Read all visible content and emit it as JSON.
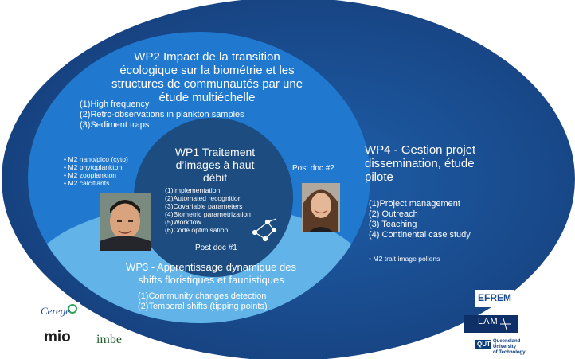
{
  "wp2": {
    "title_lines": [
      "WP2 Impact de la transition",
      "écologique sur la biométrie et les",
      "structures de communautés par une",
      "étude multiéchelle"
    ],
    "items": [
      "(1)High frequency",
      "(2)Retro-observations in plankton samples",
      "(3)Sediment traps"
    ]
  },
  "wp1": {
    "title_lines": [
      "WP1 Traitement",
      "d’images à haut",
      "débit"
    ],
    "items": [
      "(1)Implementation",
      "(2)Automated recognition",
      "(3)Covariable parameters",
      "(4)Biometric parametrization",
      "(5)Workflow",
      "(6)Code optimisation"
    ],
    "postdoc": "Post doc #1"
  },
  "m2_bullets": [
    "M2 nano/pico (cyto)",
    "M2 phytoplankton",
    "M2 zooplankton",
    "M2 calcifiants"
  ],
  "postdoc2": "Post doc #2",
  "wp3": {
    "title_lines": [
      "WP3 - Apprentissage dynamique des",
      "shifts floristiques et faunistiques"
    ],
    "items": [
      "(1)Community changes detection",
      "(2)Temporal shifts (tipping points)"
    ]
  },
  "wp4": {
    "title_lines": [
      "WP4 - Gestion projet",
      "dissemination, étude",
      "pilote"
    ],
    "items": [
      "(1)Project management",
      "(2) Outreach",
      "(3) Teaching",
      "(4) Continental case study"
    ],
    "bullet": "M2 trait image pollens"
  },
  "logos": {
    "cerege": "Cerege",
    "mio": "mio",
    "imbe": "imbe",
    "efrem": "EFREM",
    "lam": "LAM",
    "qut_mark": "QUT",
    "qut_name_lines": [
      "Queensland",
      "University",
      "of Technology"
    ]
  },
  "colors": {
    "outer": "#1a4f94",
    "middle": "#1f79cf",
    "wp3_band": "#5fb1e6",
    "wp1_core": "#1c4c80"
  }
}
